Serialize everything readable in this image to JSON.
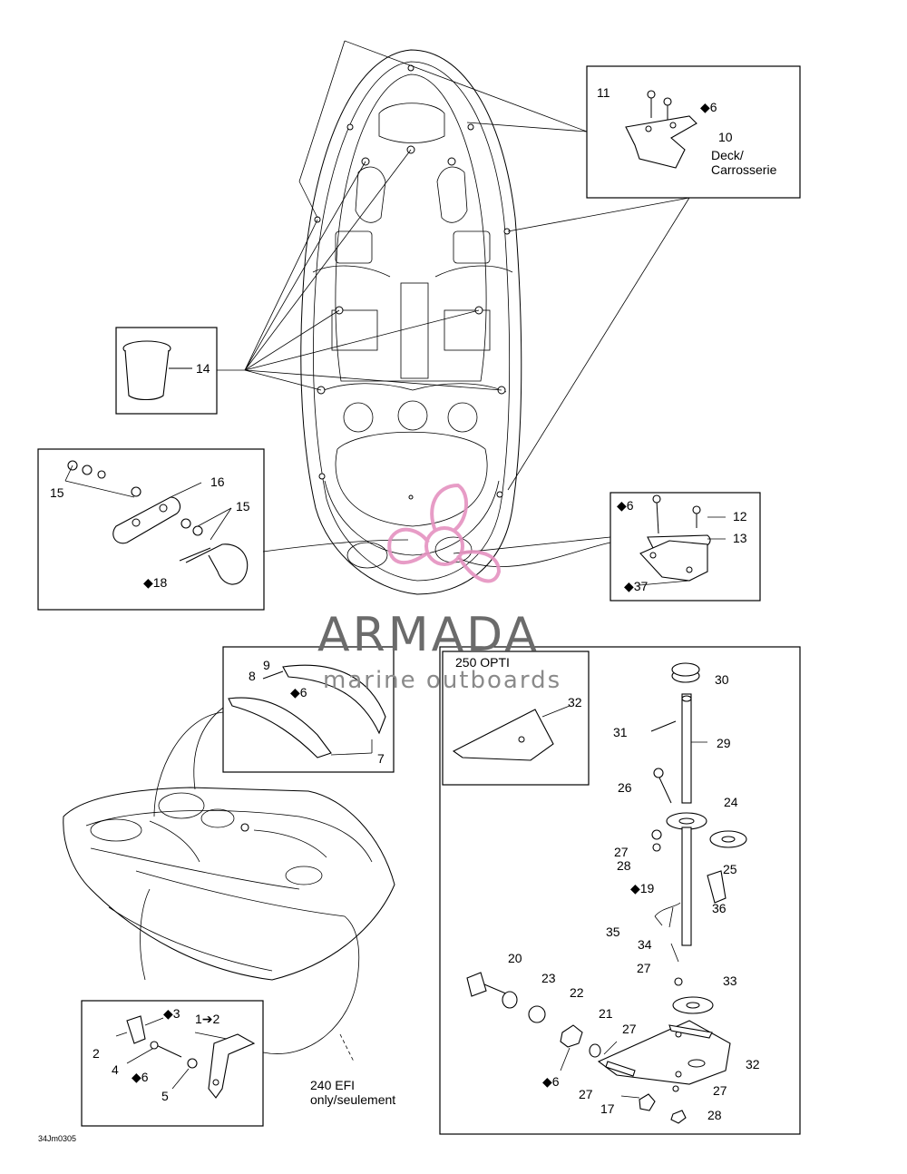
{
  "labels": {
    "l11": "11",
    "l6a": "◆6",
    "l10": "10",
    "l_deck1": "Deck/",
    "l_deck2": "Carrosserie",
    "l14": "14",
    "l15a": "15",
    "l16": "16",
    "l15b": "15",
    "l18": "◆18",
    "l6b": "◆6",
    "l12": "12",
    "l13": "13",
    "l37": "◆37",
    "l9": "9",
    "l8": "8",
    "l6c": "◆6",
    "l7": "7",
    "l_opti": "250 OPTI",
    "l32a": "32",
    "l30": "30",
    "l31": "31",
    "l29": "29",
    "l26": "26",
    "l24": "24",
    "l27a": "27",
    "l28a": "28",
    "l25": "25",
    "l19": "◆19",
    "l36": "36",
    "l35": "35",
    "l34": "34",
    "l27b": "27",
    "l33": "33",
    "l20": "20",
    "l23": "23",
    "l22": "22",
    "l21": "21",
    "l27c": "27",
    "l32b": "32",
    "l6d": "◆6",
    "l27d": "27",
    "l27e": "27",
    "l17": "17",
    "l28b": "28",
    "l3": "◆3",
    "l1to2": "1➔2",
    "l2": "2",
    "l4": "4",
    "l6e": "◆6",
    "l5": "5",
    "l_efi1": "240 EFI",
    "l_efi2": "only/seulement",
    "l_code": "34Jm0305"
  },
  "watermark": {
    "title": "ARMADA",
    "subtitle": "marine outboards",
    "logo_color": "#e592c0",
    "text_color": "#6b6b6b"
  }
}
